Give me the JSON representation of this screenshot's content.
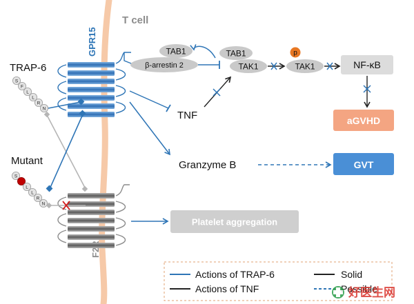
{
  "labels": {
    "t_cell": "T cell",
    "gpr15": "GPR15",
    "f2r": "F2R",
    "trap6": "TRAP-6",
    "mutant": "Mutant",
    "tnf": "TNF",
    "granzyme_b": "Granzyme B",
    "tab1_left": "TAB1",
    "beta_arrestin": "β-arrestin 2",
    "tab1_right": "TAB1",
    "tak1_complex": "TAK1",
    "tak1_phospho": "TAK1",
    "phospho_mark": "p",
    "nfkb": "NF-κB"
  },
  "outcomes": {
    "agvhd": "aGVHD",
    "gvt": "GVT",
    "platelet": "Platelet aggregation"
  },
  "peptides": {
    "trap6_residues": [
      "S",
      "F",
      "L",
      "L",
      "R",
      "N"
    ],
    "mutant_residues": [
      "S",
      "",
      "L",
      "L",
      "R",
      "N"
    ]
  },
  "legend": {
    "trap6_actions": "Actions of TRAP-6",
    "tnf_actions": "Actions of TNF",
    "solid": "Solid",
    "possible": "Possible"
  },
  "watermark": "好医生网",
  "colors": {
    "blue": "#2e75b6",
    "membrane": "#f6c9a8",
    "gpr15_receptor": "#4f8fd0",
    "f2r_receptor": "#808080",
    "agvhd_box": "#f4a582",
    "gvt_box": "#4a8fd6",
    "nfkb_box": "#dcdcdc",
    "platelet_box": "#cfcfcf",
    "phospho": "#e87722",
    "mutant_residue": "#c00000"
  }
}
